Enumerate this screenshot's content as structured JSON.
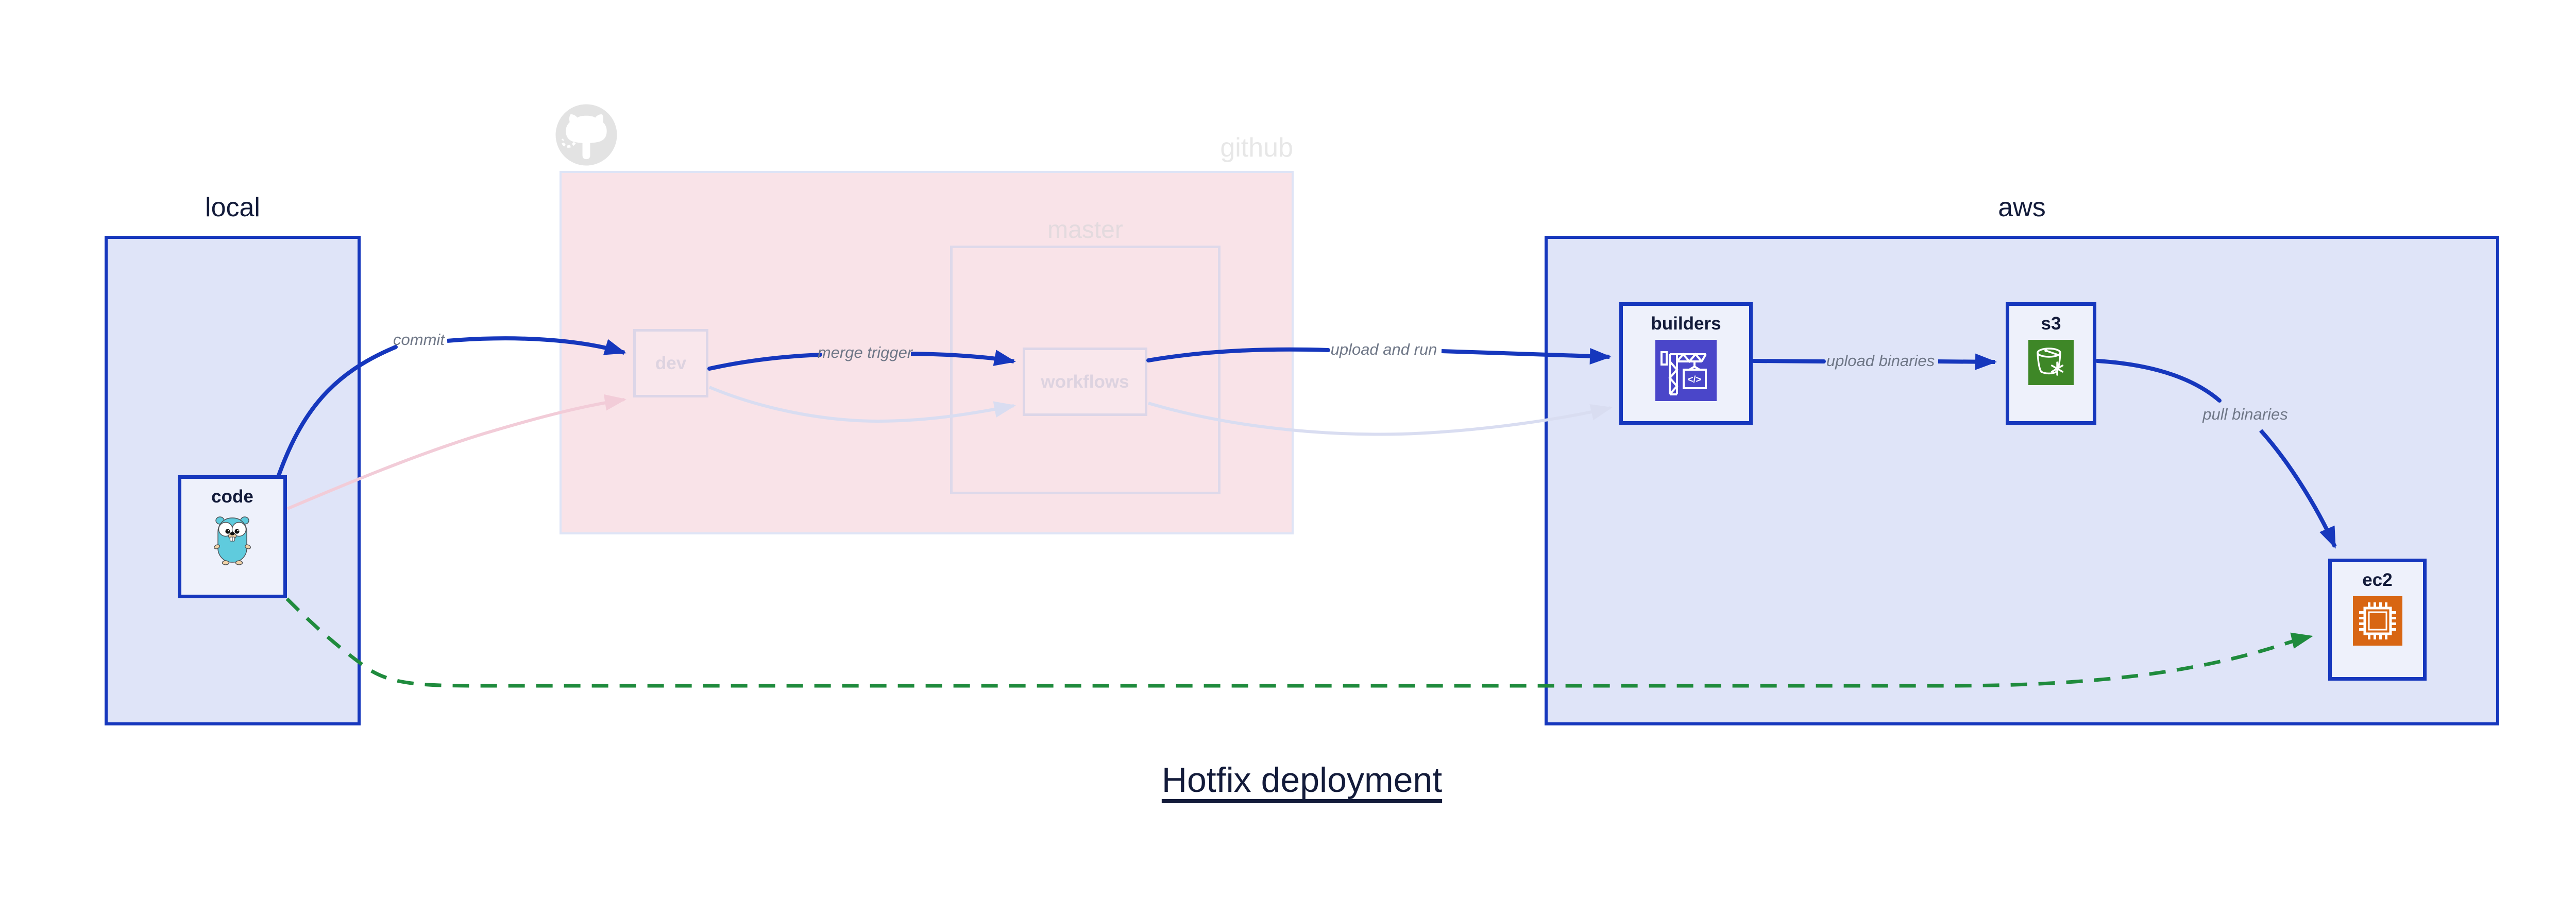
{
  "title": "Hotfix deployment",
  "groups": {
    "local": {
      "label": "local"
    },
    "github": {
      "label": "github",
      "branch_label": "master"
    },
    "aws": {
      "label": "aws"
    }
  },
  "nodes": {
    "code": {
      "label": "code",
      "icon": "go-gopher-icon"
    },
    "dev": {
      "label": "dev"
    },
    "workflows": {
      "label": "workflows"
    },
    "builders": {
      "label": "builders",
      "icon": "codebuild-crane-icon",
      "icon_glyph": "</>"
    },
    "s3": {
      "label": "s3",
      "icon": "s3-bucket-icon"
    },
    "ec2": {
      "label": "ec2",
      "icon": "ec2-chip-icon"
    }
  },
  "edges": {
    "commit": {
      "label": "commit"
    },
    "merge_trigger": {
      "label": "merge trigger"
    },
    "upload_and_run": {
      "label": "upload and run"
    },
    "upload_binaries": {
      "label": "upload binaries"
    },
    "pull_binaries": {
      "label": "pull binaries"
    }
  },
  "colors": {
    "accent_blue": "#1637bd",
    "navy": "#131b3a",
    "box_blue_fill": "#dfe4f8",
    "node_fill": "#eef1fb",
    "pink_fill": "#f9e3e8",
    "pink_node_fill": "#f9e7ec",
    "faded_border": "#dcd6e8",
    "faded_text": "#ddd3e0",
    "master_border": "#ded9ea",
    "master_text": "#e3dade",
    "github_text": "#e7e7e7",
    "octocat_gray": "#e3e3e3",
    "edge_gray_label": "#6f7787",
    "edge_pink": "#f2ccd8",
    "edge_lavender": "#d9ddf1",
    "edge_green": "#1f8b3d",
    "codebuild_bg": "#4a46c9",
    "s3_bg": "#3e8727",
    "ec2_bg": "#d86613"
  }
}
